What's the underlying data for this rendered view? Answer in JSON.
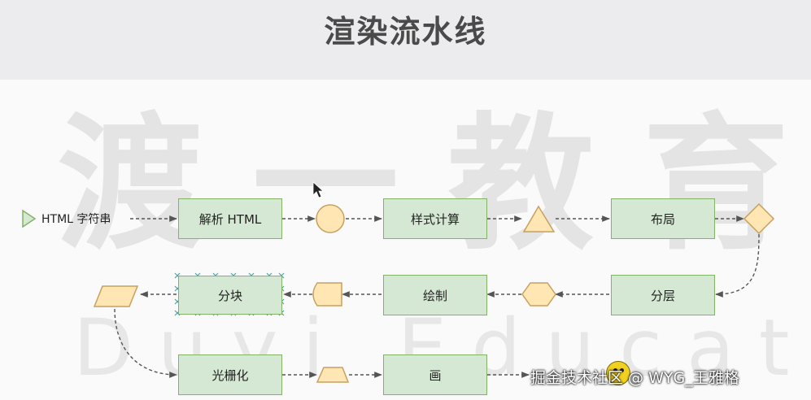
{
  "title": "渲染流水线",
  "watermark": {
    "cn": "渡一教育",
    "en": "Duyi Education"
  },
  "start_label": "HTML 字符串",
  "nodes": {
    "parse_html": "解析 HTML",
    "style_calc": "样式计算",
    "layout": "布局",
    "layer": "分层",
    "paint": "绘制",
    "tiling": "分块",
    "raster": "光栅化",
    "draw": "画"
  },
  "credit": "掘金技术社区 @ WYG_王雅格",
  "colors": {
    "process_fill": "#d5e8d4",
    "process_stroke": "#82b366",
    "token_fill": "#ffe6b3",
    "token_stroke": "#c8a060",
    "arrow": "#555555"
  }
}
